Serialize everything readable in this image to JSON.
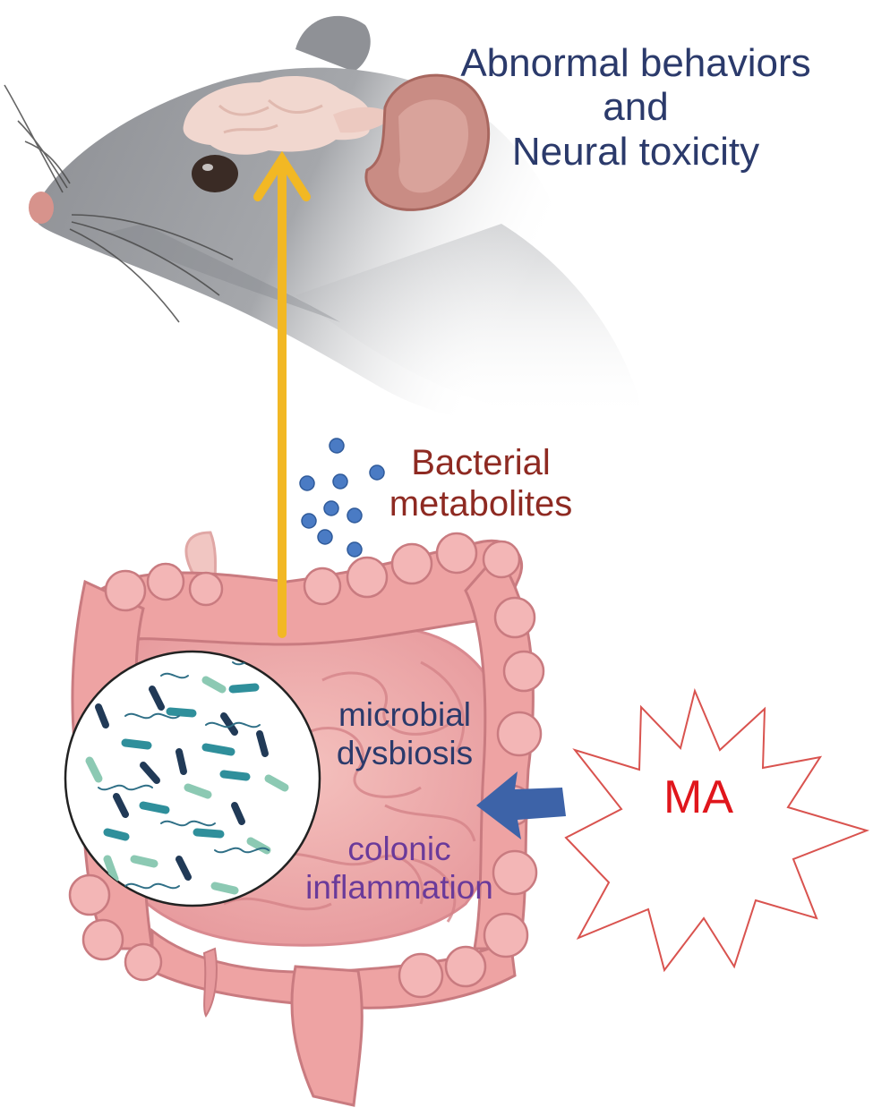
{
  "labels": {
    "outcome_line1": "Abnormal behaviors",
    "outcome_line2": "and",
    "outcome_line3": "Neural toxicity",
    "metabolites_line1": "Bacterial",
    "metabolites_line2": "metabolites",
    "dysbiosis_line1": "microbial",
    "dysbiosis_line2": "dysbiosis",
    "inflammation_line1": "colonic",
    "inflammation_line2": "inflammation",
    "trigger": "MA"
  },
  "colors": {
    "outcome_text": "#2b3a6b",
    "metabolites_text": "#8e2a22",
    "dysbiosis_text": "#2b3a6b",
    "inflammation_text": "#6a3a9a",
    "trigger_text": "#e0161c",
    "starburst_stroke": "#d9534f",
    "up_arrow": "#f2b824",
    "left_arrow": "#3d63a8",
    "metabolite_dots": "#4a7bc4",
    "mouse_fur": "#8c8e93",
    "mouse_ear": "#c98c84",
    "brain": "#f1d7cf",
    "intestine": "#eaa3a3",
    "intestine_dark": "#c97b80",
    "bacteria_teal": "#2f8f9b",
    "bacteria_navy": "#213a57",
    "bacteria_mint": "#8cc9b3"
  }
}
